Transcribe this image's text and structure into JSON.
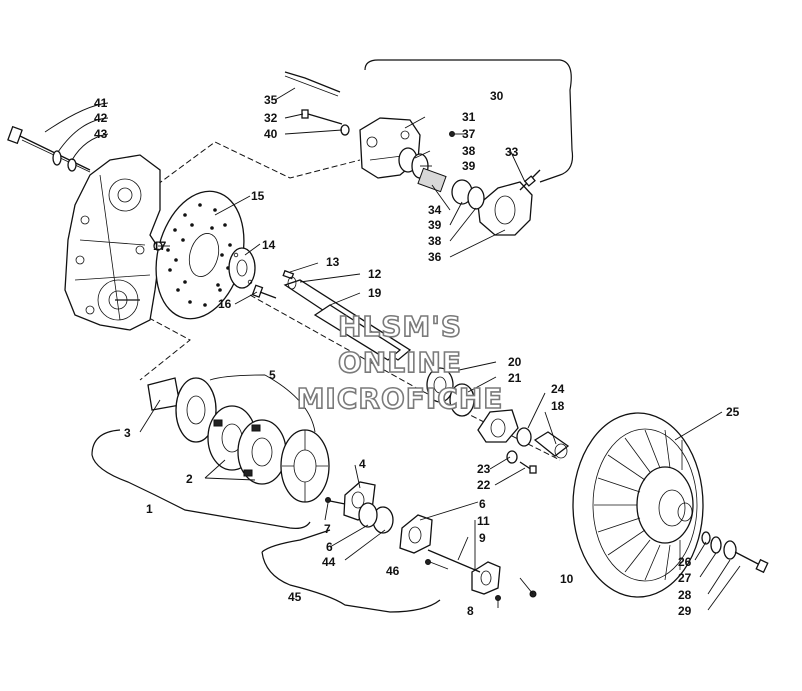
{
  "diagram": {
    "labels": {
      "l1": "1",
      "l2": "2",
      "l3": "3",
      "l4": "4",
      "l5": "5",
      "l6a": "6",
      "l6b": "6",
      "l7": "7",
      "l8": "8",
      "l9": "9",
      "l10": "10",
      "l11": "11",
      "l12": "12",
      "l13": "13",
      "l14": "14",
      "l15": "15",
      "l16": "16",
      "l17": "17",
      "l18": "18",
      "l19": "19",
      "l20": "20",
      "l21": "21",
      "l22": "22",
      "l23": "23",
      "l24": "24",
      "l25": "25",
      "l26": "26",
      "l27": "27",
      "l28": "28",
      "l29": "29",
      "l30": "30",
      "l31": "31",
      "l32": "32",
      "l33": "33",
      "l34": "34",
      "l35": "35",
      "l36": "36",
      "l37": "37",
      "l38a": "38",
      "l38b": "38",
      "l39a": "39",
      "l39b": "39",
      "l40": "40",
      "l41": "41",
      "l42": "42",
      "l43": "43",
      "l44": "44",
      "l45": "45",
      "l46": "46"
    },
    "watermark": {
      "line1": "HLSM'S",
      "line2": "ONLINE",
      "line3": "MICROFICHE"
    }
  }
}
